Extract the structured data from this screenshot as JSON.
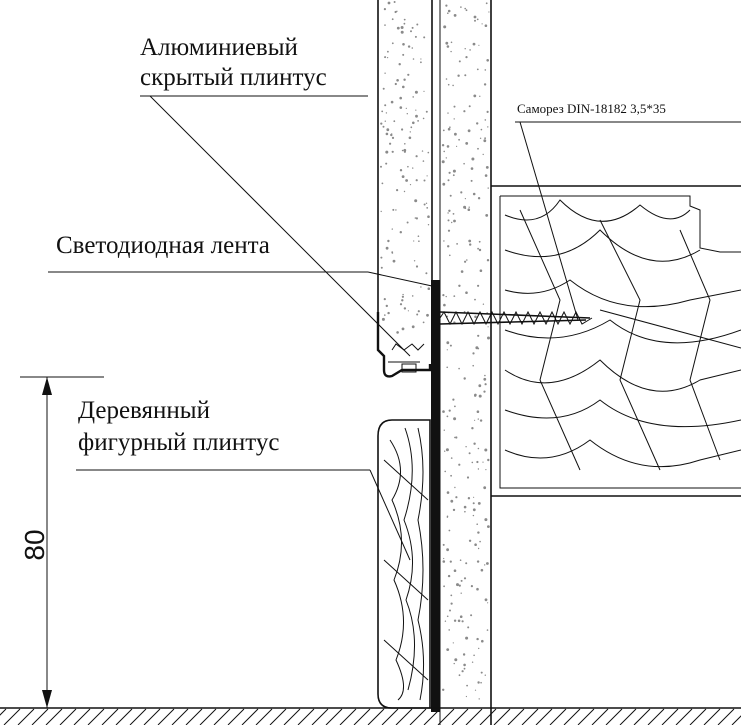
{
  "labels": {
    "aluminum_line1": "Алюминиевый",
    "aluminum_line2": "скрытый плинтус",
    "screw": "Саморез DIN-18182 3,5*35",
    "led_strip": "Светодиодная лента",
    "wooden_line1": "Деревянный",
    "wooden_line2": "фигурный плинтус",
    "height_dimension": "80"
  },
  "colors": {
    "ink": "#111111",
    "speckle": "#8a8a8a",
    "background": "#ffffff"
  }
}
